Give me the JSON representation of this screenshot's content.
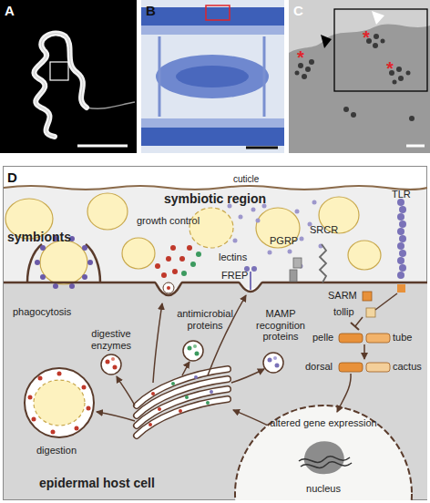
{
  "diagram": {
    "nodes": [
      {
        "text": [
          "symbiotic region"
        ]
      },
      {
        "text": [
          "epidermal host cell"
        ]
      },
      {
        "text": [
          "altered gene expression",
          "nucleus"
        ],
        "in": 1
      }
    ],
    "labels": [
      "A",
      "B",
      "C",
      "*",
      "*",
      "*",
      "D",
      "cuticle",
      "symbionts",
      "growth control",
      "lectins",
      "TLR",
      "FREP",
      "PGRP",
      "SRCR",
      "SARM",
      "tollip",
      "phagocytosis",
      "digestive enzymes",
      "antimicrobial proteins",
      "MAMP recognition proteins",
      "pelle",
      "tube",
      "dorsal",
      "cactus",
      "digestion"
    ]
  }
}
